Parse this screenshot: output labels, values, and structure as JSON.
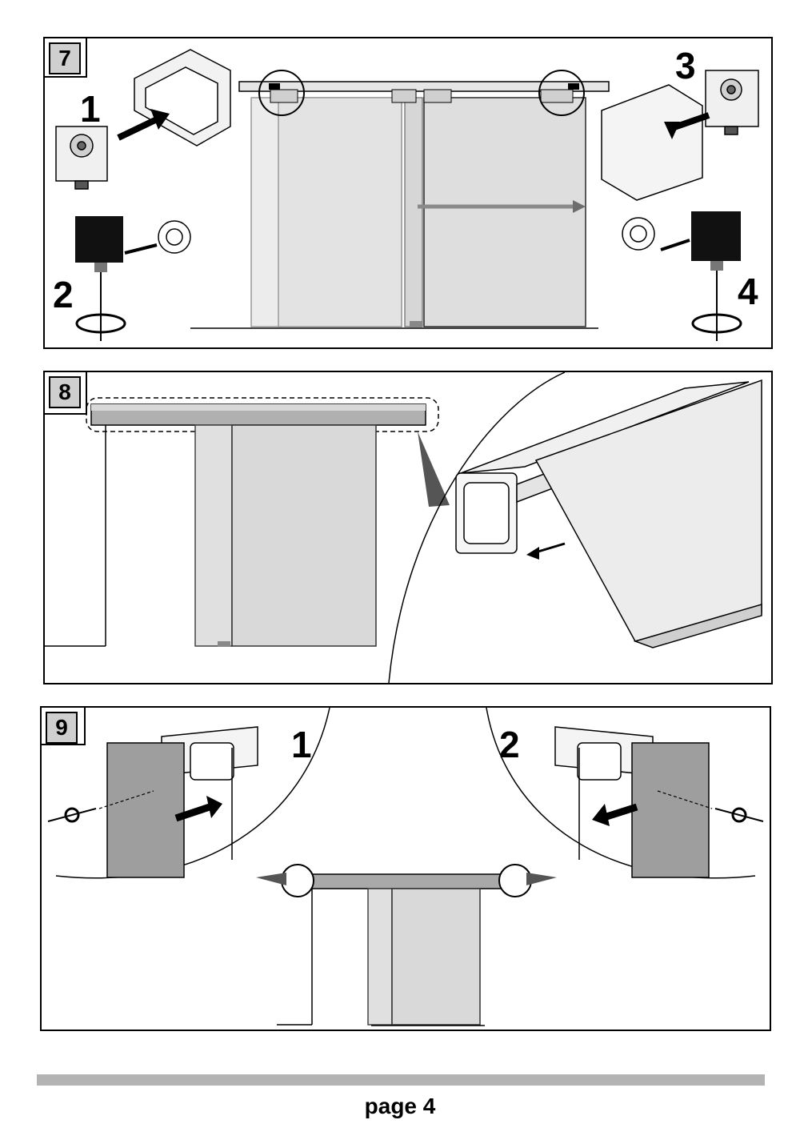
{
  "steps": [
    {
      "badge": "7",
      "sub_numbers": [
        "1",
        "2",
        "3",
        "4"
      ]
    },
    {
      "badge": "8"
    },
    {
      "badge": "9",
      "sub_numbers": [
        "1",
        "2"
      ]
    }
  ],
  "footer": {
    "page_label": "page 4"
  },
  "colors": {
    "line": "#000000",
    "glass": "#d9d9d9",
    "rail": "#a9a9a9",
    "end_cap": "#a6a6a6",
    "footer_bar": "#b3b3b3"
  }
}
